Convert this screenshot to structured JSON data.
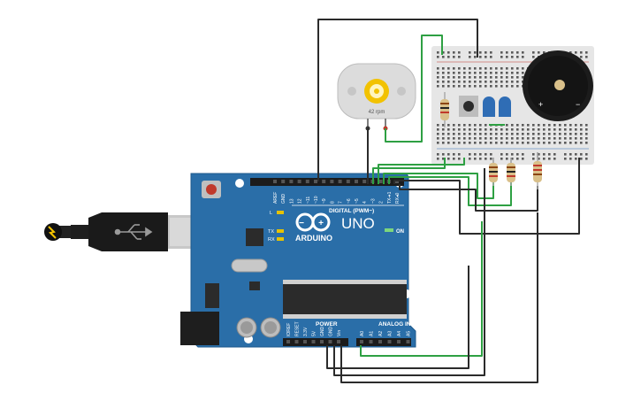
{
  "board": {
    "name": "UNO",
    "brand": "ARDUINO",
    "digital_label": "DIGITAL (PWM~)",
    "analog_label": "ANALOG IN",
    "power_label": "POWER",
    "on_label": "ON",
    "led_l": "L",
    "led_tx": "TX",
    "led_rx": "RX",
    "digital_pins": [
      "AREF",
      "GND",
      "13",
      "12",
      "~11",
      "~10",
      "~9",
      "8",
      "7",
      "~6",
      "~5",
      "4",
      "~3",
      "2",
      "TX➜1",
      "RX◂0"
    ],
    "power_pins": [
      "IOREF",
      "RESET",
      "3.3V",
      "5V",
      "GND",
      "GND",
      "Vin"
    ],
    "analog_pins": [
      "A0",
      "A1",
      "A2",
      "A3",
      "A4",
      "A5"
    ]
  },
  "motor": {
    "rpm_label": "42 rpm"
  },
  "buzzer": {
    "plus": "+",
    "minus": "−"
  },
  "colors": {
    "board": "#2a6ea8",
    "board_edge": "#1f5a8c",
    "wire_green": "#2ea043",
    "wire_black": "#2b2b2b",
    "breadboard": "#e6e6e6",
    "led_blue": "#2f6db5",
    "usb": "#222222"
  }
}
